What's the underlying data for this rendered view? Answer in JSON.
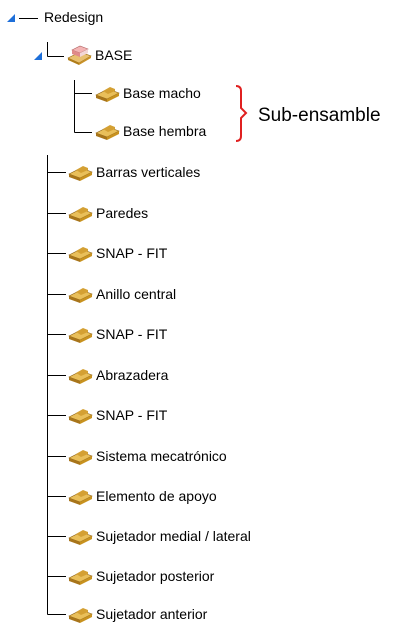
{
  "tree": {
    "root": {
      "label": "Redesign",
      "expanded": true
    },
    "assembly": {
      "label": "BASE",
      "expanded": true,
      "icon": "assembly-icon"
    },
    "subparts": [
      {
        "label": "Base macho",
        "icon": "part-icon"
      },
      {
        "label": "Base hembra",
        "icon": "part-icon"
      }
    ],
    "parts": [
      {
        "label": "Barras verticales",
        "icon": "part-icon"
      },
      {
        "label": "Paredes",
        "icon": "part-icon"
      },
      {
        "label": "SNAP - FIT",
        "icon": "part-icon"
      },
      {
        "label": "Anillo central",
        "icon": "part-icon"
      },
      {
        "label": "SNAP - FIT",
        "icon": "part-icon"
      },
      {
        "label": "Abrazadera",
        "icon": "part-icon"
      },
      {
        "label": "SNAP - FIT",
        "icon": "part-icon"
      },
      {
        "label": "Sistema mecatrónico",
        "icon": "part-icon"
      },
      {
        "label": "Elemento de apoyo",
        "icon": "part-icon"
      },
      {
        "label": "Sujetador medial / lateral",
        "icon": "part-icon"
      },
      {
        "label": "Sujetador posterior",
        "icon": "part-icon"
      },
      {
        "label": "Sujetador anterior",
        "icon": "part-icon"
      }
    ]
  },
  "callout": {
    "label": "Sub-ensamble",
    "bracket_color": "#e02020"
  },
  "colors": {
    "expander": "#1e6fd9",
    "line": "#000000",
    "part_fill": "#d9a227"
  }
}
